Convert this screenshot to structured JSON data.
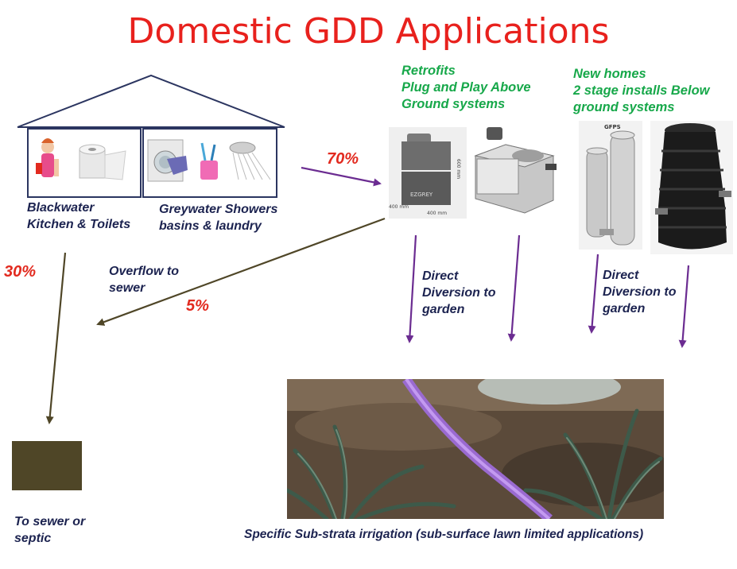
{
  "title": "Domestic GDD Applications",
  "retrofits": {
    "line1": "Retrofits",
    "line2": "Plug and Play Above",
    "line3": "Ground systems"
  },
  "new_homes": {
    "line1": "New homes",
    "line2": "2 stage installs Below",
    "line3": "ground systems"
  },
  "blackwater": {
    "line1": "Blackwater",
    "line2": "Kitchen & Toilets"
  },
  "greywater": {
    "line1": "Greywater Showers",
    "line2": "basins & laundry"
  },
  "percent_70": "70%",
  "percent_30": "30%",
  "percent_5": "5%",
  "overflow": {
    "line1": "Overflow to",
    "line2": "sewer"
  },
  "direct_left": {
    "line1": "Direct",
    "line2": "Diversion to",
    "line3": "garden"
  },
  "direct_right": {
    "line1": "Direct",
    "line2": "Diversion to",
    "line3": "garden"
  },
  "to_sewer": {
    "line1": "To sewer or",
    "line2": "septic"
  },
  "caption": "Specific Sub-strata irrigation (sub-surface lawn limited applications)",
  "product_labels": {
    "ezgrey": "EZGREY",
    "gfps": "GFPS",
    "dim_600": "600 mm",
    "dim_400a": "400 mm",
    "dim_400b": "400 mm"
  },
  "colors": {
    "title": "#e8211d",
    "green_text": "#17a84a",
    "navy_text": "#1c2350",
    "percent": "#e22a1f",
    "purple_arrow": "#6b2c91",
    "olive_arrow": "#4f4627"
  }
}
